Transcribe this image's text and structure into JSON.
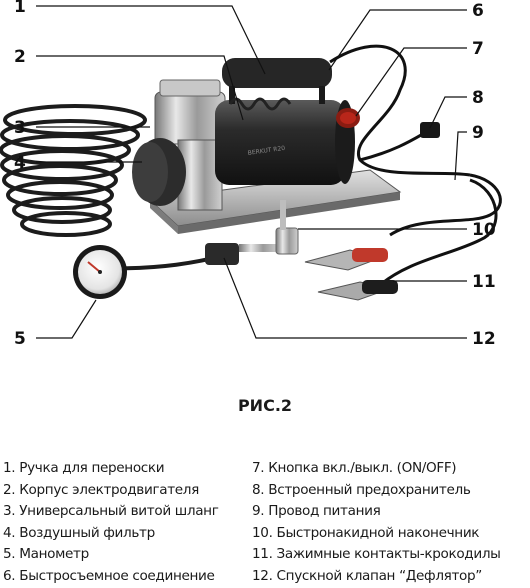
{
  "figure": {
    "callouts": [
      "1",
      "2",
      "3",
      "4",
      "5",
      "6",
      "7",
      "8",
      "9",
      "10",
      "11",
      "12"
    ]
  },
  "caption": "РИС.2",
  "legend": {
    "left": [
      "1. Ручка для переноски",
      "2. Корпус электродвигателя",
      "3. Универсальный витой шланг",
      "4. Воздушный фильтр",
      "5. Манометр",
      "6. Быстросъемное соединение"
    ],
    "right": [
      "7.  Кнопка вкл./выкл. (ON/OFF)",
      "8.  Встроенный предохранитель",
      "9.  Провод питания",
      "10. Быстронакидной наконечник",
      "11. Зажимные контакты-крокодилы",
      "12. Спускной клапан “Дефлятор”"
    ]
  }
}
